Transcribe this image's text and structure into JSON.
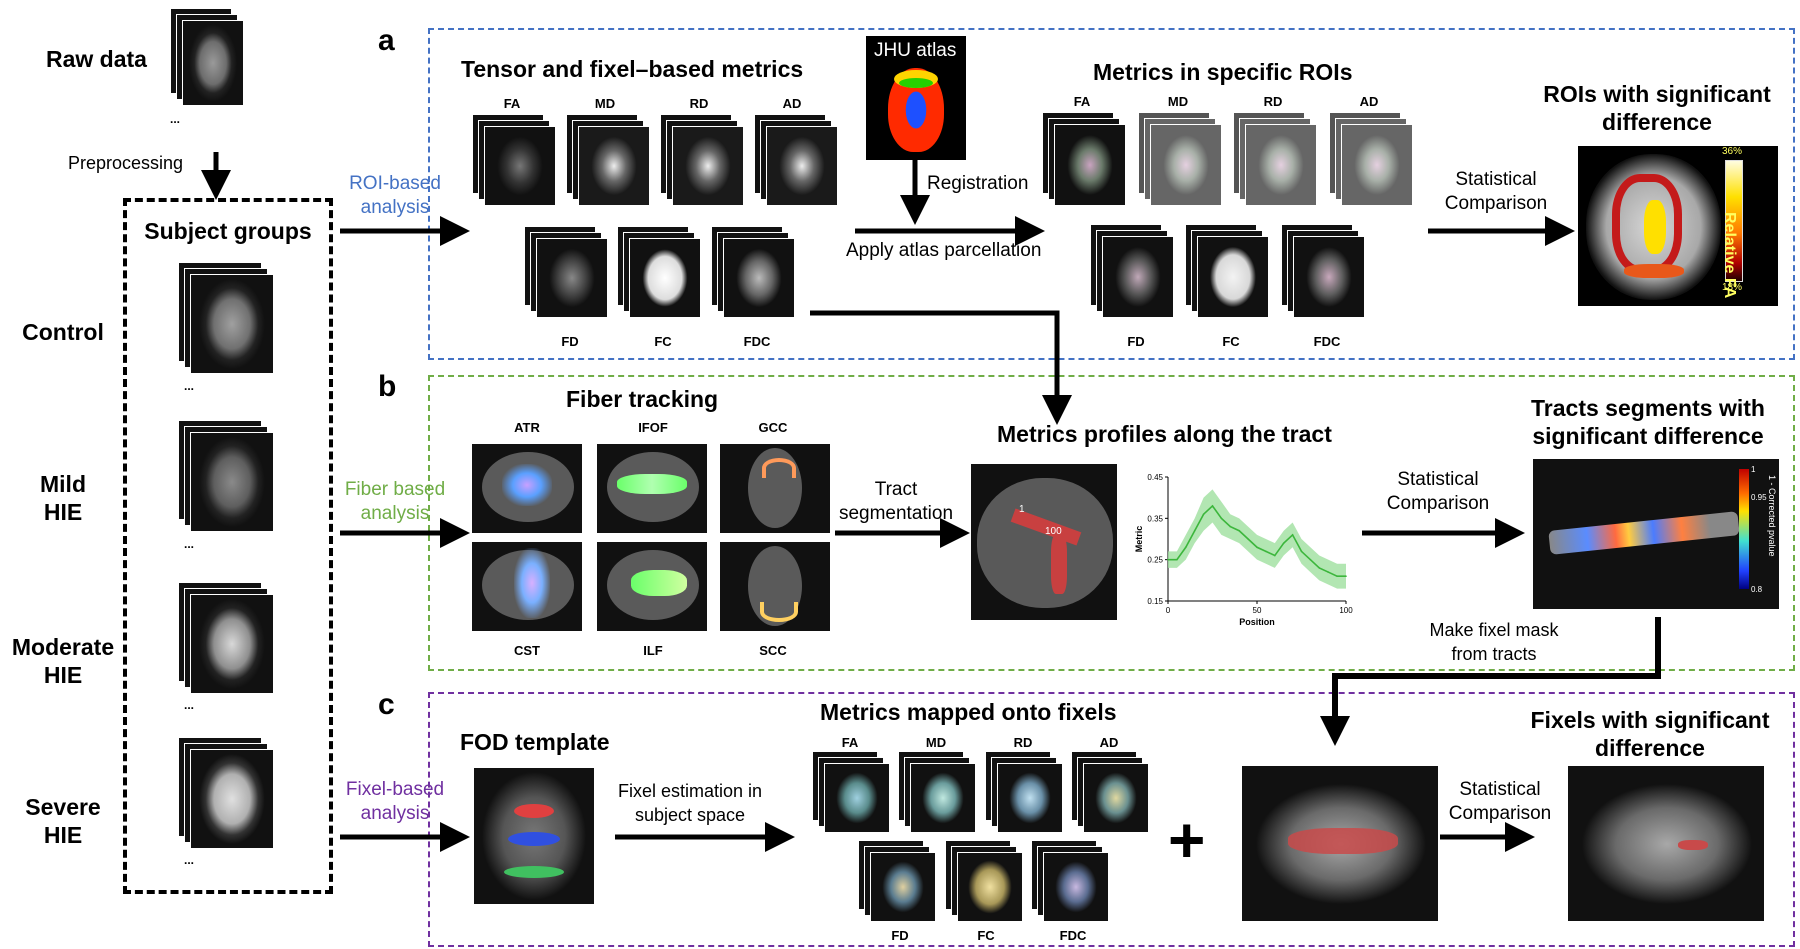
{
  "left": {
    "raw_data": "Raw data",
    "preprocessing": "Preprocessing",
    "subject_groups": "Subject groups",
    "groups": [
      {
        "line1": "Control",
        "line2": ""
      },
      {
        "line1": "Mild",
        "line2": "HIE"
      },
      {
        "line1": "Moderate",
        "line2": "HIE"
      },
      {
        "line1": "Severe",
        "line2": "HIE"
      }
    ],
    "ellipsis": "..."
  },
  "branches": {
    "roi": {
      "line1": "ROI-based",
      "line2": "analysis",
      "color": "#4472C4"
    },
    "fiber": {
      "line1": "Fiber based",
      "line2": "analysis",
      "color": "#70AD47"
    },
    "fixel": {
      "line1": "Fixel-based",
      "line2": "analysis",
      "color": "#7030A0"
    }
  },
  "panel_a": {
    "letter": "a",
    "border_color": "#4472C4",
    "tensor_title": "Tensor and fixel–based metrics",
    "tensor_labels": [
      "FA",
      "MD",
      "RD",
      "AD"
    ],
    "fixel_labels": [
      "FD",
      "FC",
      "FDC"
    ],
    "atlas_title": "JHU atlas",
    "registration": "Registration",
    "apply_parcellation": "Apply atlas parcellation",
    "roi_title": "Metrics in specific ROIs",
    "roi_labels_top": [
      "FA",
      "MD",
      "RD",
      "AD"
    ],
    "roi_labels_bottom": [
      "FD",
      "FC",
      "FDC"
    ],
    "stat_line1": "Statistical",
    "stat_line2": "Comparison",
    "sig_title_line1": "ROIs with significant",
    "sig_title_line2": "difference",
    "colorbar_top": "36%",
    "colorbar_bottom": "18%",
    "colorbar_label": "Relative FA"
  },
  "panel_b": {
    "letter": "b",
    "border_color": "#70AD47",
    "fiber_title": "Fiber tracking",
    "tract_labels_top": [
      "ATR",
      "IFOF",
      "GCC"
    ],
    "tract_labels_bottom": [
      "CST",
      "ILF",
      "SCC"
    ],
    "seg_line1": "Tract",
    "seg_line2": "segmentation",
    "profile_title": "Metrics profiles along the tract",
    "seg_mark_start": "1",
    "seg_mark_end": "100",
    "stat_line1": "Statistical",
    "stat_line2": "Comparison",
    "sig_title_line1": "Tracts segments with",
    "sig_title_line2": "significant difference",
    "pvalue_label": "1 - Corrected pvalue",
    "pvalue_top": "1",
    "pvalue_mid": "0.95",
    "pvalue_low": "0.8",
    "mask_line1": "Make fixel mask",
    "mask_line2": "from tracts"
  },
  "panel_c": {
    "letter": "c",
    "border_color": "#7030A0",
    "fod_title": "FOD template",
    "est_line1": "Fixel estimation in",
    "est_line2": "subject space",
    "mapped_title": "Metrics mapped onto fixels",
    "mapped_labels_top": [
      "FA",
      "MD",
      "RD",
      "AD"
    ],
    "mapped_labels_bottom": [
      "FD",
      "FC",
      "FDC"
    ],
    "plus": "+",
    "stat_line1": "Statistical",
    "stat_line2": "Comparison",
    "sig_title_line1": "Fixels with significant",
    "sig_title_line2": "difference"
  },
  "chart_data": {
    "type": "line",
    "xlabel": "Position",
    "ylabel": "Metric",
    "xlim": [
      0,
      100
    ],
    "ylim": [
      0.15,
      0.45
    ],
    "xticks": [
      "0",
      "50",
      "100"
    ],
    "yticks": [
      "0.15",
      "0.25",
      "0.35",
      "0.45"
    ],
    "x": [
      0,
      5,
      10,
      15,
      20,
      25,
      30,
      35,
      40,
      45,
      50,
      55,
      60,
      65,
      70,
      75,
      80,
      85,
      90,
      95,
      100
    ],
    "series": [
      {
        "values": [
          0.25,
          0.25,
          0.28,
          0.32,
          0.36,
          0.38,
          0.35,
          0.33,
          0.32,
          0.3,
          0.28,
          0.27,
          0.26,
          0.29,
          0.31,
          0.27,
          0.25,
          0.23,
          0.22,
          0.21,
          0.21
        ],
        "lower": [
          0.23,
          0.23,
          0.25,
          0.29,
          0.32,
          0.34,
          0.31,
          0.3,
          0.29,
          0.27,
          0.25,
          0.24,
          0.23,
          0.26,
          0.28,
          0.24,
          0.22,
          0.2,
          0.19,
          0.18,
          0.18
        ],
        "upper": [
          0.27,
          0.27,
          0.31,
          0.35,
          0.4,
          0.42,
          0.39,
          0.36,
          0.35,
          0.33,
          0.31,
          0.3,
          0.29,
          0.32,
          0.34,
          0.3,
          0.28,
          0.26,
          0.25,
          0.24,
          0.24
        ]
      }
    ],
    "line_color": "#3cb63c",
    "band_color": "#9fe09f"
  }
}
